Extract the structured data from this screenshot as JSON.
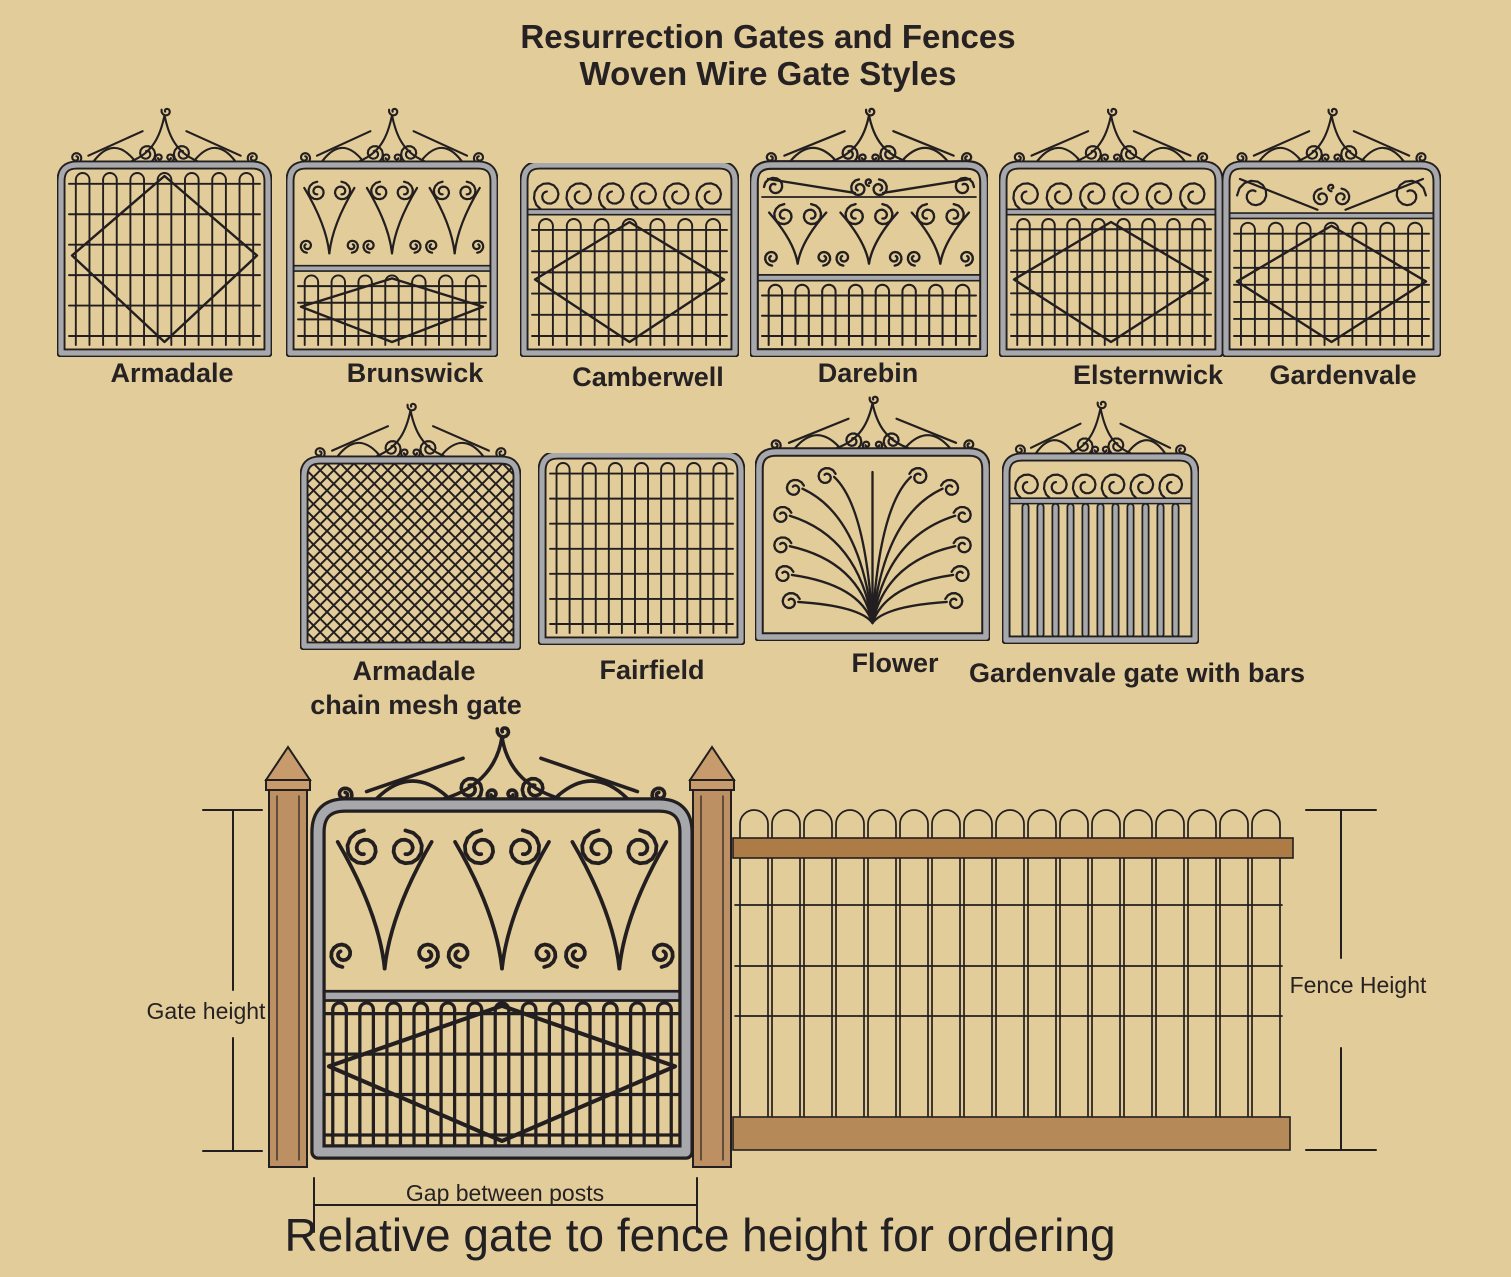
{
  "title": {
    "line1": "Resurrection Gates and Fences",
    "line2": "Woven Wire Gate Styles"
  },
  "row1": [
    {
      "label": "Armadale",
      "style": "armadale",
      "ornament": true
    },
    {
      "label": "Brunswick",
      "style": "brunswick",
      "ornament": true
    },
    {
      "label": "Camberwell",
      "style": "camberwell",
      "ornament": false
    },
    {
      "label": "Darebin",
      "style": "darebin",
      "ornament": true
    },
    {
      "label": "Elsternwick",
      "style": "elsternwick",
      "ornament": true
    },
    {
      "label": "Gardenvale",
      "style": "gardenvale",
      "ornament": true
    }
  ],
  "row2": [
    {
      "label": "Armadale",
      "label2": "chain mesh gate",
      "style": "chainmesh",
      "ornament": true
    },
    {
      "label": "Fairfield",
      "style": "fairfield",
      "ornament": false
    },
    {
      "label": "Flower",
      "style": "flower",
      "ornament": true
    },
    {
      "label": "Gardenvale gate with bars",
      "style": "bars",
      "ornament": true
    }
  ],
  "diagram": {
    "gate_style": "brunswick",
    "gate_height_label": "Gate height",
    "gap_label": "Gap between posts",
    "fence_height_label": "Fence Height",
    "caption": "Relative gate to fence height for ordering"
  },
  "colors": {
    "background": "#e2cc99",
    "line": "#231f20",
    "tube_gray": "#a6a8ab",
    "post_cap": "#c79b6b",
    "post_body": "#bd9063",
    "fence_top_rail": "#ad7b45",
    "fence_bottom_board": "#b58a58",
    "text": "#262223"
  }
}
